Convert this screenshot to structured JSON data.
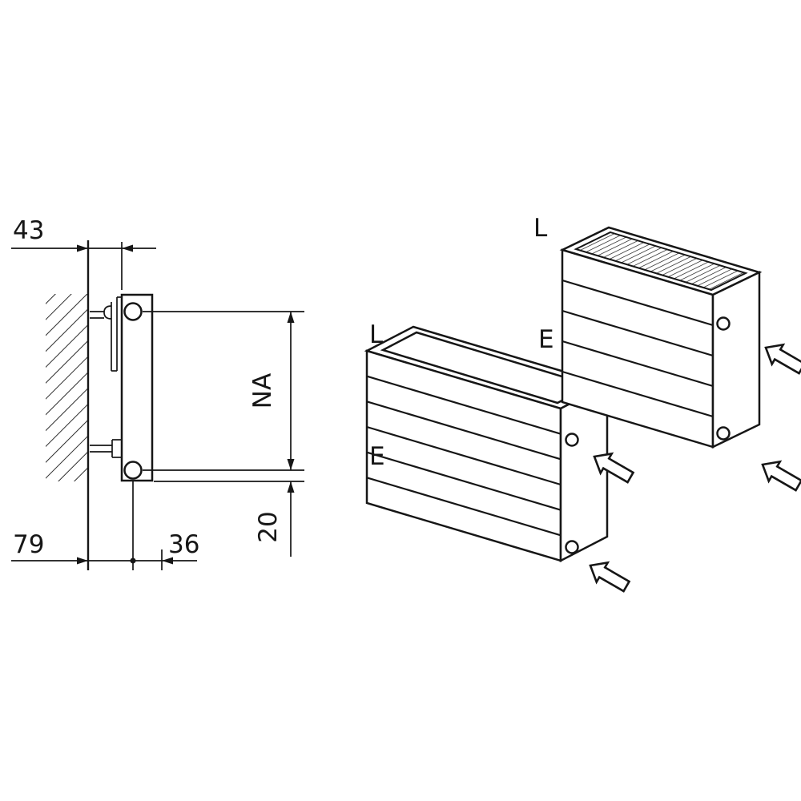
{
  "figure": {
    "background": "#ffffff",
    "line_color": "#161616",
    "labels": {
      "dim_43": "43",
      "dim_na": "NA",
      "dim_20": "20",
      "dim_79": "79",
      "dim_36": "36"
    },
    "radiator_front": {
      "label_l": "L",
      "label_e": "E"
    },
    "radiator_rear": {
      "label_l": "L",
      "label_e": "E"
    }
  }
}
